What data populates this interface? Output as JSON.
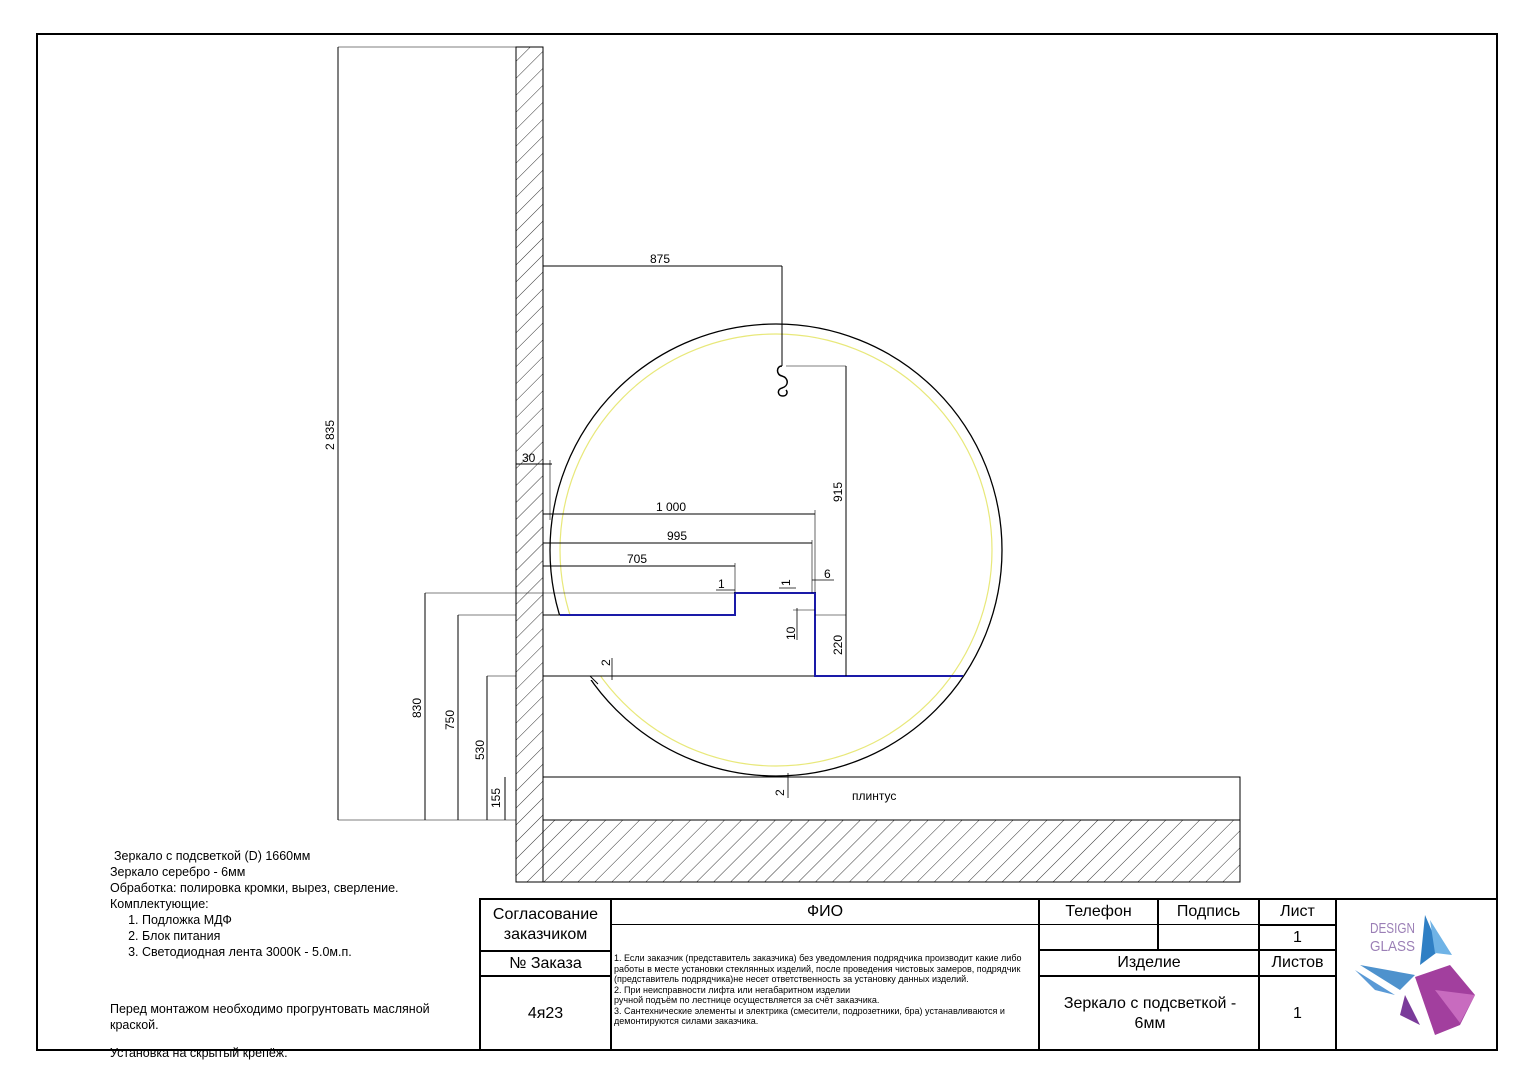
{
  "drawing": {
    "dimensions": {
      "total_height": "2 835",
      "hook_offset": "875",
      "hook_drop": "915",
      "width_1000": "1 000",
      "width_995": "995",
      "width_705": "705",
      "gap_30": "30",
      "gap_1a": "1",
      "gap_1b": "1",
      "gap_6": "6",
      "gap_10": "10",
      "height_220": "220",
      "gap_2a": "2",
      "gap_2b": "2",
      "height_830": "830",
      "height_750": "750",
      "height_530": "530",
      "height_155": "155"
    },
    "baseboard_label": "плинтус",
    "colors": {
      "outline": "#000000",
      "led_ring": "#e8e87a",
      "cutout": "#1a1aa8"
    }
  },
  "notes": {
    "line1": "Зеркало с подсветкой (D) 1660мм",
    "line2": "Зеркало серебро - 6мм",
    "line3": "Обработка: полировка кромки, вырез, сверление.",
    "line4": "Комплектующие:",
    "items": [
      "Подложка МДФ",
      "Блок питания",
      "Светодиодная лента 3000К - 5.0м.п."
    ],
    "line5": "Перед монтажом необходимо прогрунтовать масляной краской.",
    "line6": "Установка на скрытый крепёж."
  },
  "title_block": {
    "approval": "Согласование заказчиком",
    "fio": "ФИО",
    "phone": "Телефон",
    "signature": "Подпись",
    "sheet": "Лист",
    "sheet_value": "1",
    "order_label": "№ Заказа",
    "order_value": "4я23",
    "product_label": "Изделие",
    "product_value": "Зеркало с подсветкой - 6мм",
    "sheets_label": "Листов",
    "sheets_value": "1",
    "terms": [
      "1. Если заказчик (представитель заказчика) без уведомления подрядчика производит какие либо работы в месте установки стеклянных изделий, после проведения чистовых замеров, подрядчик (представитель подрядчика)не несет ответственность за установку данных изделий.",
      "2. При неисправности лифта или негабаритном изделии",
      " ручной подъём по лестнице осуществляется за счёт заказчика.",
      "3. Сантехнические элементы и электрика (смесители, подрозетники, бра) устанавливаются и демонтируются силами заказчика."
    ],
    "logo_line1": "DESIGN",
    "logo_line2": "GLASS"
  }
}
